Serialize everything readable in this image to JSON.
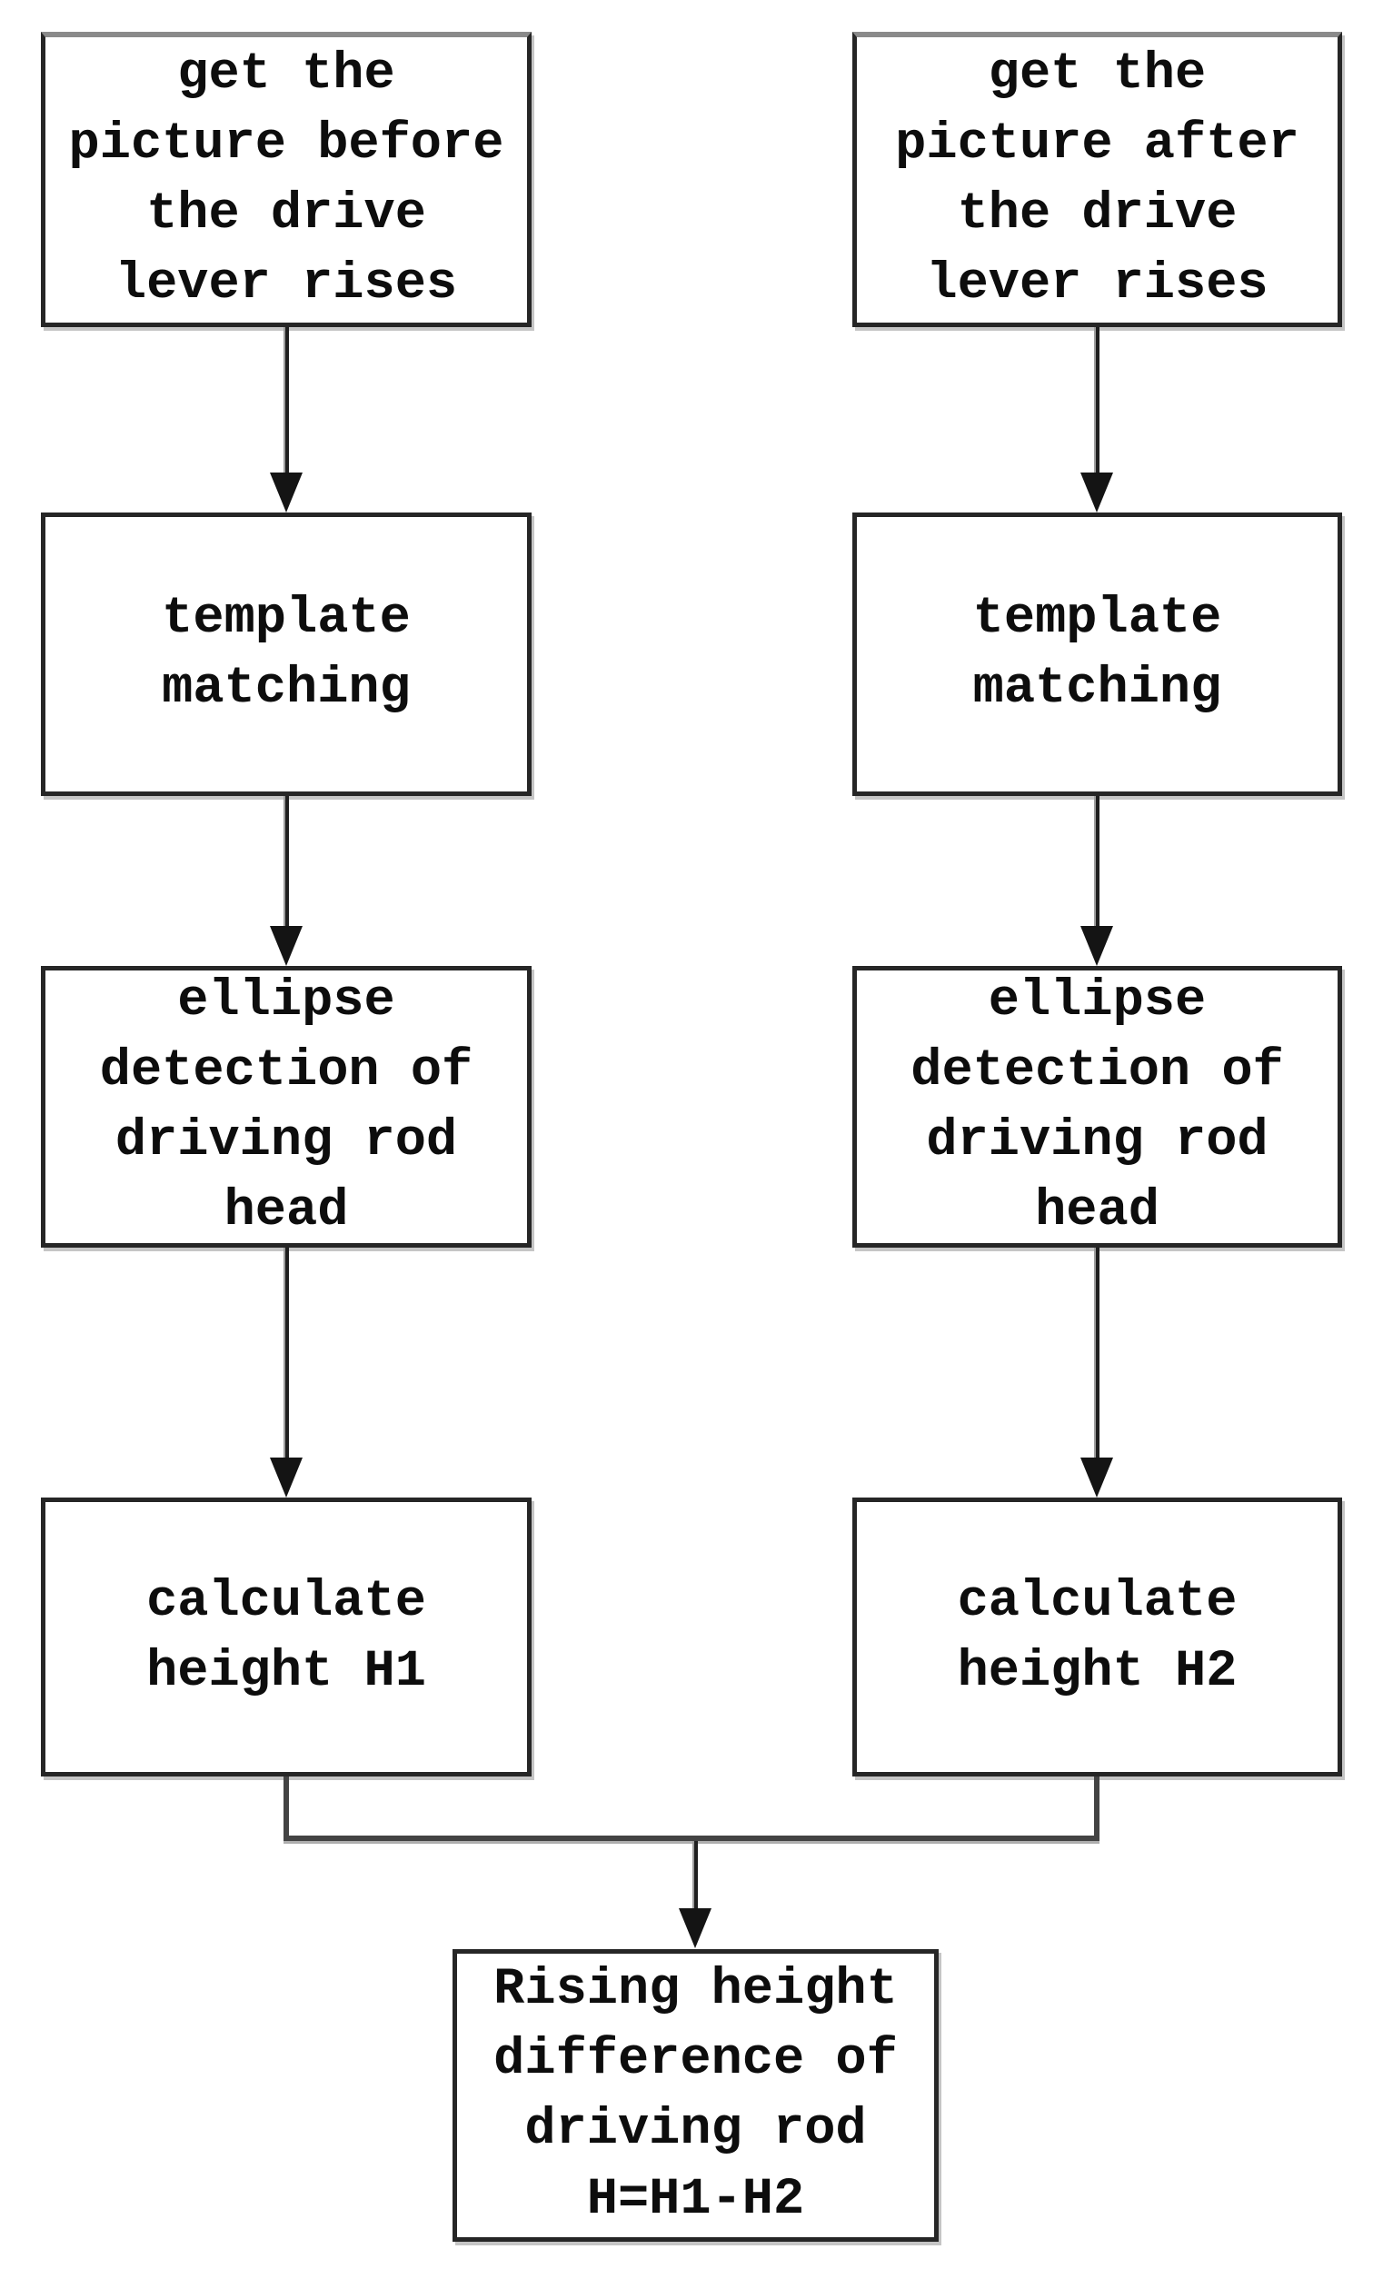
{
  "diagram": {
    "type": "flowchart",
    "background": "#ffffff",
    "nodes": {
      "get_before": {
        "label": "get the\npicture before\nthe drive\nlever rises"
      },
      "get_after": {
        "label": "get the\npicture after\nthe drive\nlever rises"
      },
      "template_left": {
        "label": "template\nmatching"
      },
      "template_right": {
        "label": "template\nmatching"
      },
      "ellipse_left": {
        "label": "ellipse\ndetection of\ndriving rod\nhead"
      },
      "ellipse_right": {
        "label": "ellipse\ndetection of\ndriving rod\nhead"
      },
      "height_h1": {
        "label": "calculate\nheight H1"
      },
      "height_h2": {
        "label": "calculate\nheight H2"
      },
      "result": {
        "label": "Rising height\ndifference of\ndriving rod\nH=H1-H2"
      }
    },
    "edges": [
      "get_before -> template_left",
      "template_left -> ellipse_left",
      "ellipse_left -> height_h1",
      "get_after -> template_right",
      "template_right -> ellipse_right",
      "ellipse_right -> height_h2",
      "height_h1 + height_h2 -> result"
    ],
    "colors": {
      "box_border": "#262626",
      "box_border_scan_gray": "#8a8a8a",
      "text": "#0d0d0d",
      "arrow_shaft": "#1f1f1f",
      "arrowhead": "#141414",
      "merge_connector": "#434343",
      "scan_shadow": "#9a9a9a"
    }
  }
}
